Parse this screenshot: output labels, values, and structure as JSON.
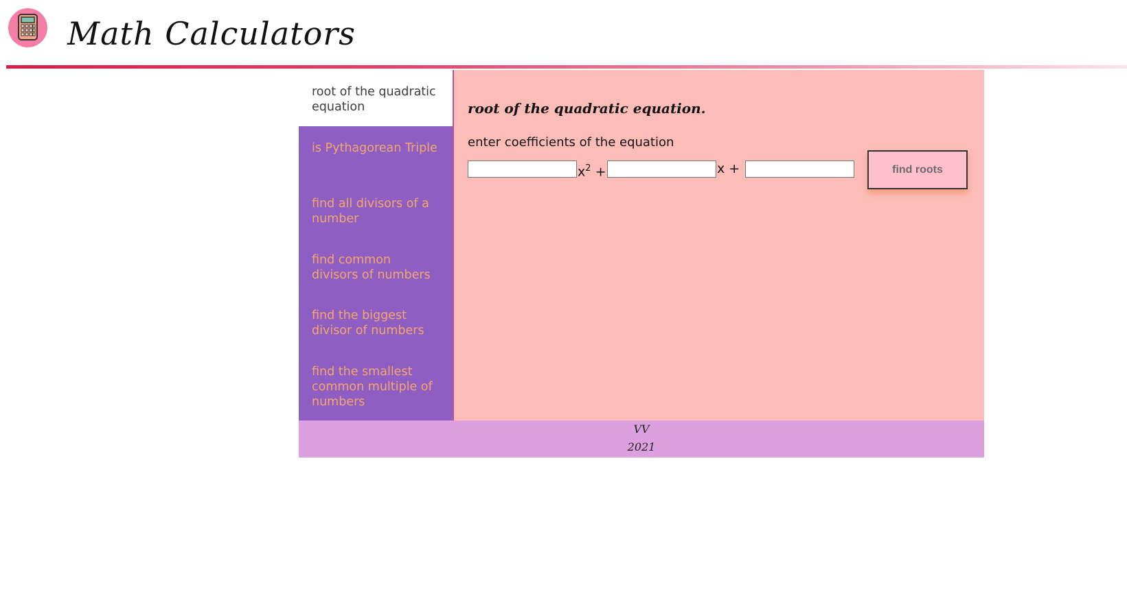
{
  "header": {
    "title": "Math Calculators",
    "logo_icon": "calculator-icon",
    "accent_color": "#d81e47"
  },
  "sidebar": {
    "items": [
      {
        "label": "root of the quadratic equation",
        "active": true
      },
      {
        "label": "is Pythagorean Triple",
        "active": false
      },
      {
        "label": "find all divisors of a number",
        "active": false
      },
      {
        "label": "find common divisors of numbers",
        "active": false
      },
      {
        "label": "find the biggest divisor of numbers",
        "active": false
      },
      {
        "label": "find the smallest common multiple of numbers",
        "active": false
      }
    ]
  },
  "main": {
    "title": "root of the quadratic equation.",
    "prompt": "enter coefficients of the equation",
    "equation": {
      "a_value": "",
      "b_value": "",
      "c_value": "",
      "x_symbol": "x",
      "exponent": "2",
      "plus": "+"
    },
    "button_label": "find roots"
  },
  "footer": {
    "author": "VV",
    "year": "2021"
  }
}
